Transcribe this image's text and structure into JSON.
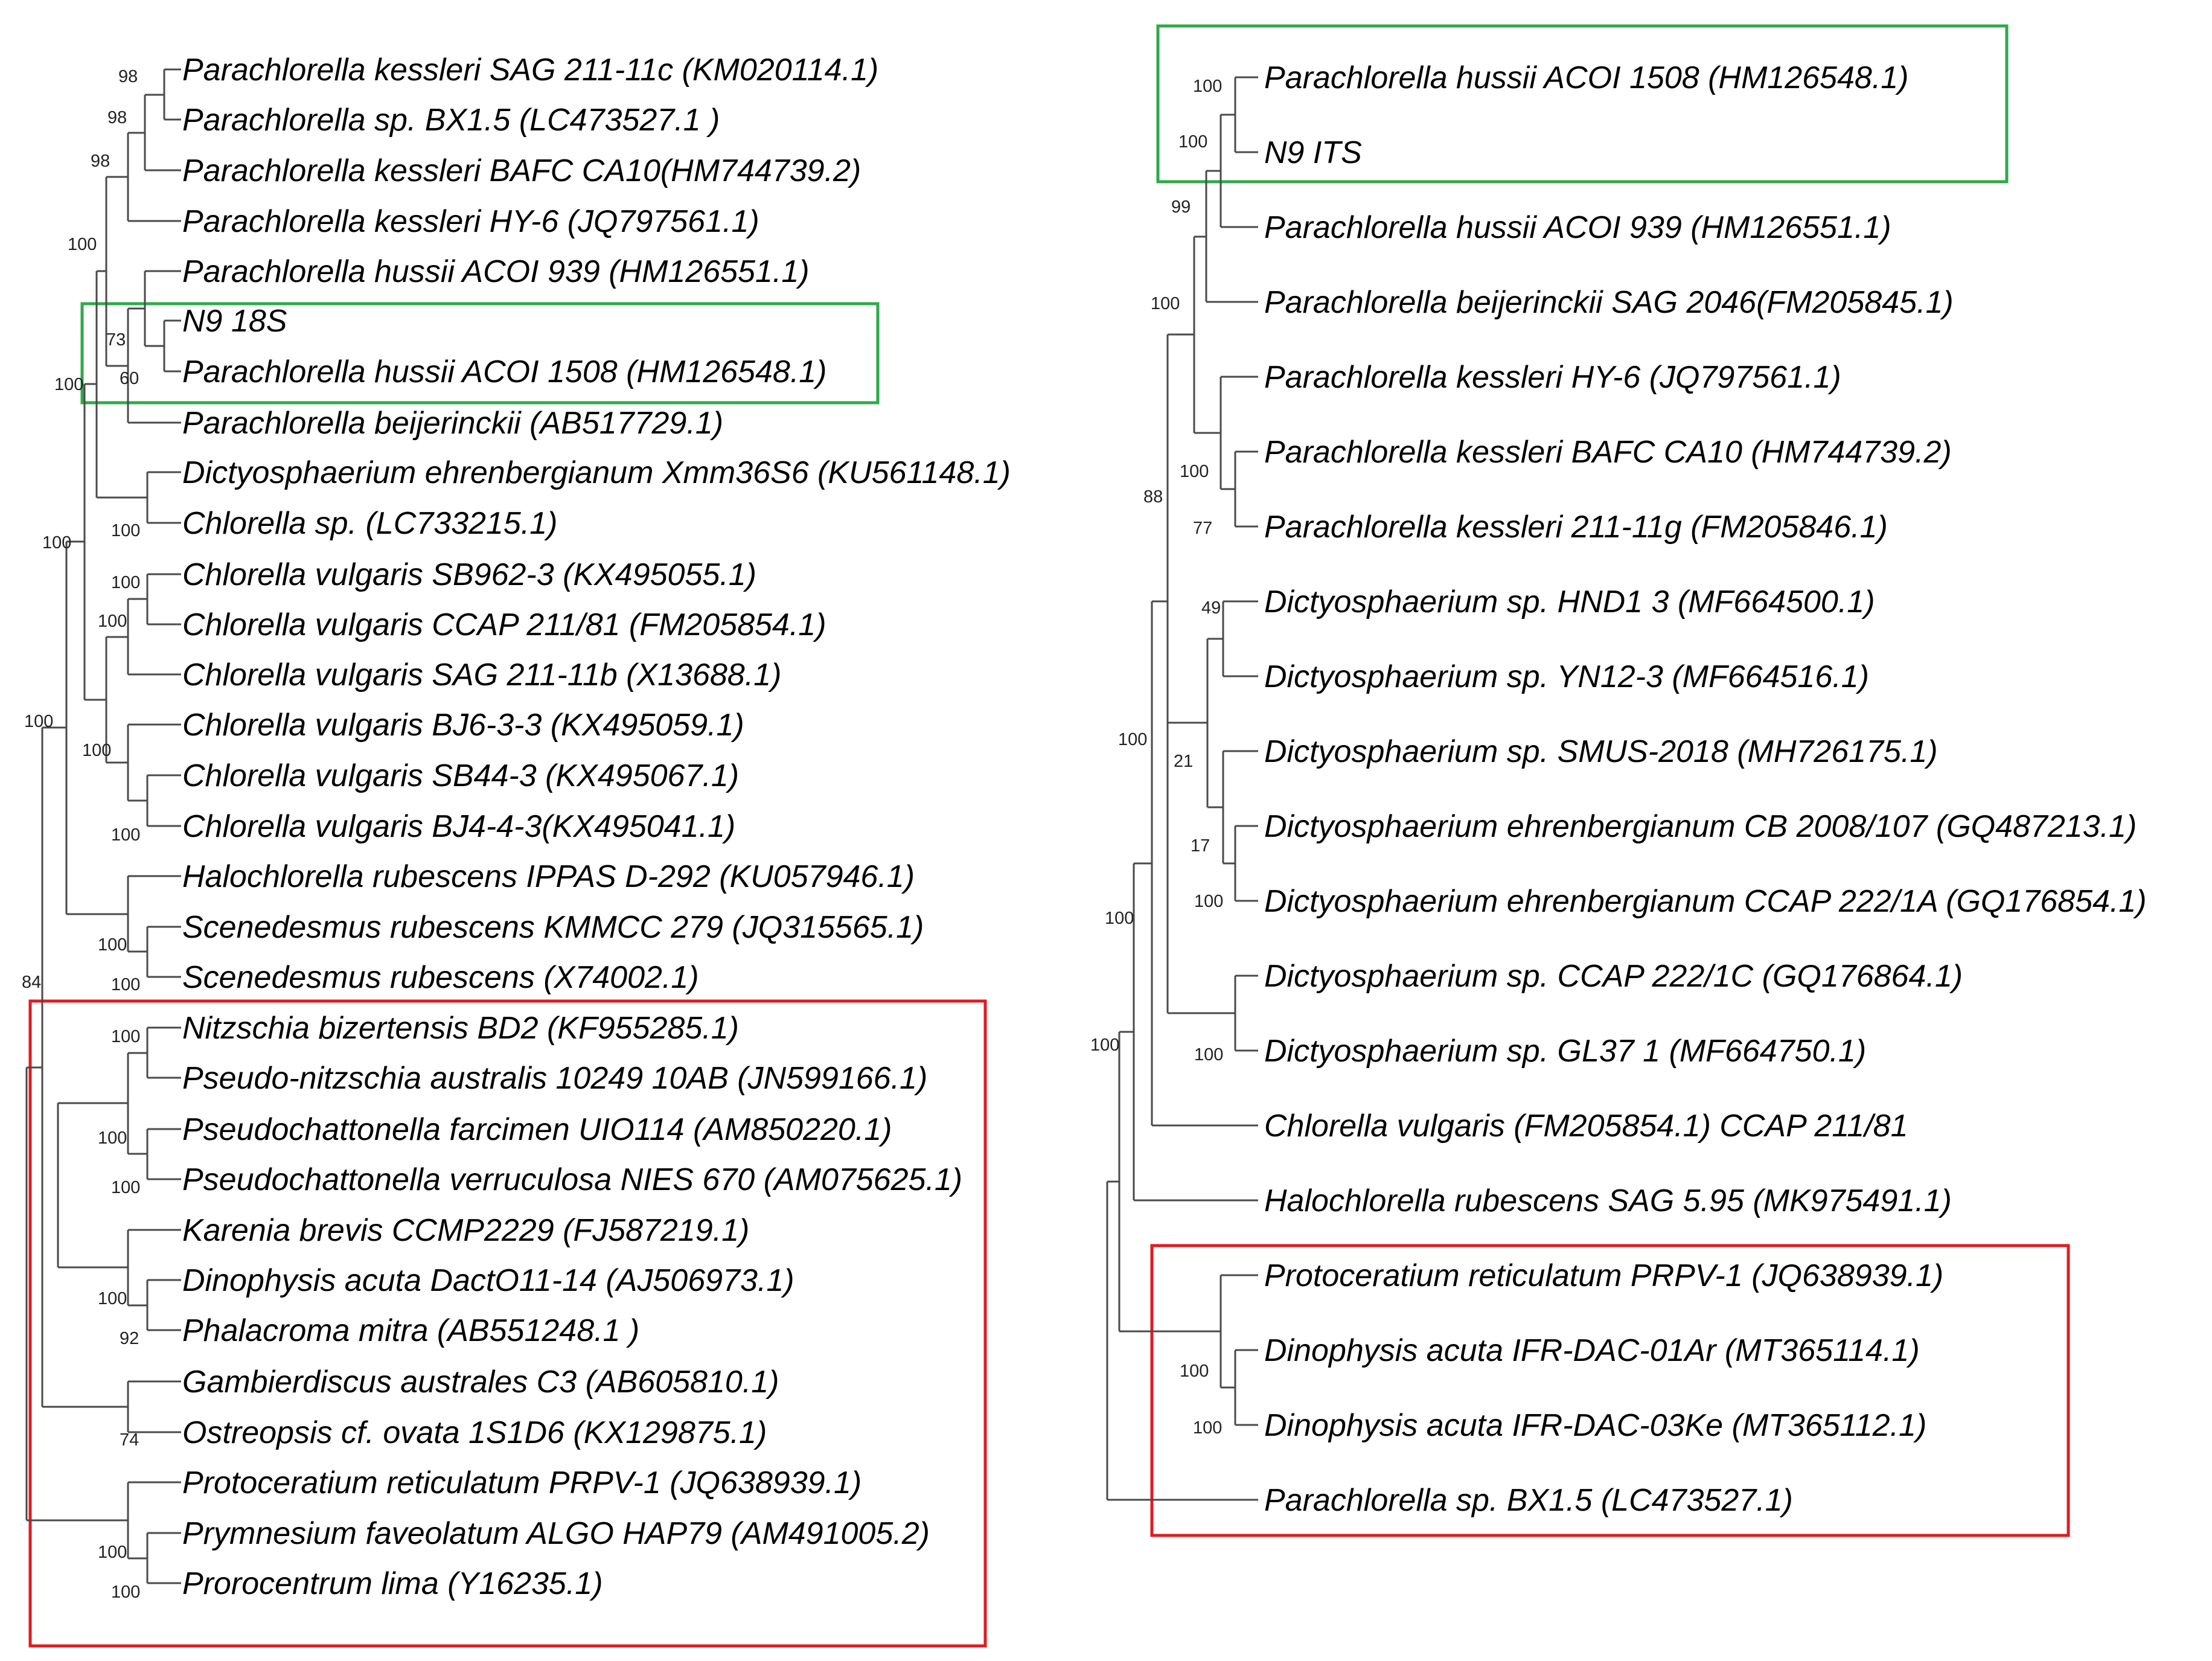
{
  "colors": {
    "highlight_box": "#2eaa4a",
    "outgroup_box": "#e01b22",
    "branch": "#4a4a4a"
  },
  "trees": [
    {
      "marker": "18S",
      "taxa": [
        "Parachlorella kessleri SAG 211-11c (KM020114.1)",
        "Parachlorella sp. BX1.5 (LC473527.1 )",
        "Parachlorella kessleri BAFC CA10(HM744739.2)",
        "Parachlorella kessleri HY-6 (JQ797561.1)",
        "Parachlorella hussii ACOI 939 (HM126551.1)",
        "N9 18S",
        "Parachlorella hussii ACOI 1508 (HM126548.1)",
        "Parachlorella beijerinckii (AB517729.1)",
        "Dictyosphaerium ehrenbergianum Xmm36S6 (KU561148.1)",
        "Chlorella sp. (LC733215.1)",
        "Chlorella vulgaris SB962-3 (KX495055.1)",
        "Chlorella vulgaris CCAP 211/81 (FM205854.1)",
        "Chlorella vulgaris SAG 211-11b (X13688.1)",
        "Chlorella vulgaris BJ6-3-3 (KX495059.1)",
        "Chlorella vulgaris SB44-3 (KX495067.1)",
        "Chlorella vulgaris BJ4-4-3(KX495041.1)",
        "Halochlorella rubescens IPPAS D-292 (KU057946.1)",
        "Scenedesmus rubescens KMMCC 279 (JQ315565.1)",
        "Scenedesmus rubescens (X74002.1)",
        "Nitzschia bizertensis BD2 (KF955285.1)",
        "Pseudo-nitzschia australis 10249 10AB (JN599166.1)",
        "Pseudochattonella farcimen UIO114 (AM850220.1)",
        "Pseudochattonella verruculosa NIES 670 (AM075625.1)",
        "Karenia brevis CCMP2229 (FJ587219.1)",
        "Dinophysis acuta DactO11-14 (AJ506973.1)",
        "Phalacroma mitra (AB551248.1 )",
        "Gambierdiscus australes C3 (AB605810.1)",
        "Ostreopsis cf. ovata 1S1D6 (KX129875.1)",
        "Protoceratium reticulatum PRPV-1 (JQ638939.1)",
        "Prymnesium faveolatum ALGO HAP79 (AM491005.2)",
        "Prorocentrum lima (Y16235.1)"
      ],
      "bootstrap": [
        "98",
        "98",
        "98",
        "100",
        "73",
        "60",
        "100",
        "100",
        "100",
        "100",
        "100",
        "100",
        "100",
        "100",
        "100",
        "100",
        "84",
        "100",
        "100",
        "100",
        "100",
        "92",
        "74",
        "100",
        "100"
      ]
    },
    {
      "marker": "ITS",
      "taxa": [
        "Parachlorella hussii ACOI 1508 (HM126548.1)",
        "N9 ITS",
        "Parachlorella hussii ACOI 939 (HM126551.1)",
        "Parachlorella beijerinckii SAG 2046(FM205845.1)",
        "Parachlorella kessleri HY-6 (JQ797561.1)",
        "Parachlorella kessleri BAFC CA10 (HM744739.2)",
        "Parachlorella kessleri 211-11g (FM205846.1)",
        "Dictyosphaerium sp. HND1 3 (MF664500.1)",
        "Dictyosphaerium sp. YN12-3 (MF664516.1)",
        "Dictyosphaerium sp. SMUS-2018 (MH726175.1)",
        "Dictyosphaerium ehrenbergianum CB 2008/107 (GQ487213.1)",
        "Dictyosphaerium ehrenbergianum CCAP 222/1A (GQ176854.1)",
        "Dictyosphaerium sp. CCAP 222/1C (GQ176864.1)",
        "Dictyosphaerium sp. GL37 1 (MF664750.1)",
        "Chlorella vulgaris (FM205854.1) CCAP 211/81",
        "Halochlorella rubescens SAG 5.95 (MK975491.1)",
        "Protoceratium reticulatum PRPV-1 (JQ638939.1)",
        "Dinophysis acuta IFR-DAC-01Ar (MT365114.1)",
        "Dinophysis acuta IFR-DAC-03Ke (MT365112.1)",
        "Parachlorella sp. BX1.5 (LC473527.1)"
      ],
      "bootstrap": [
        "100",
        "100",
        "99",
        "100",
        "100",
        "77",
        "88",
        "49",
        "21",
        "17",
        "100",
        "100",
        "100",
        "100",
        "100",
        "100",
        "100"
      ]
    }
  ]
}
